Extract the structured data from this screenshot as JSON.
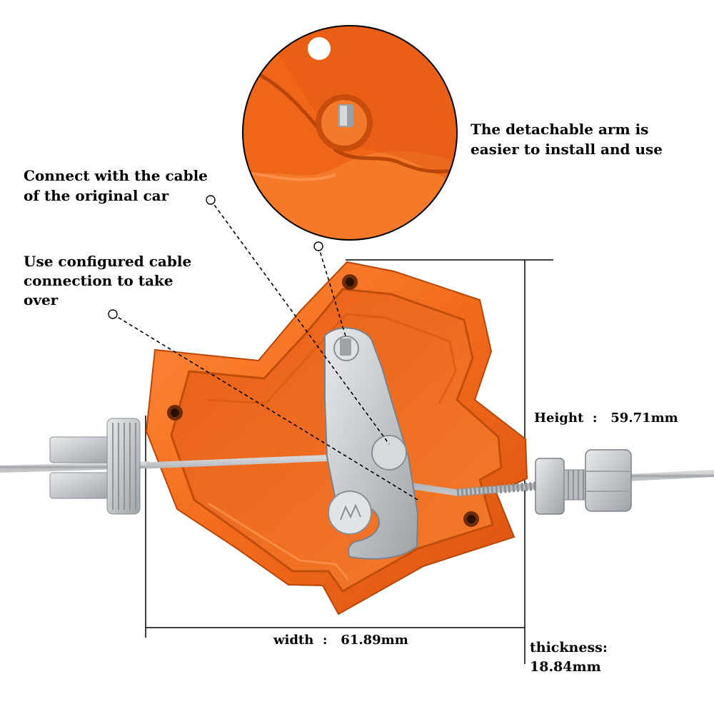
{
  "annotations": {
    "connect_cable": [
      "Connect with the cable",
      "of the original car"
    ],
    "configured_cable": [
      "Use configured cable",
      "connection to take",
      "over"
    ],
    "detachable_arm": [
      "The detachable arm is",
      "easier to install and use"
    ]
  },
  "dimensions": {
    "height": "Height  :   59.71mm",
    "width": "width  :   61.89mm",
    "thickness": [
      "thickness:",
      "18.84mm"
    ]
  },
  "colors": {
    "housing_orange": "#f26a1b",
    "housing_dark": "#c94a0c",
    "housing_light": "#ff8a3c",
    "aluminum": "#c9cdd2",
    "cable": "#a8acb0",
    "text": "#000000"
  }
}
